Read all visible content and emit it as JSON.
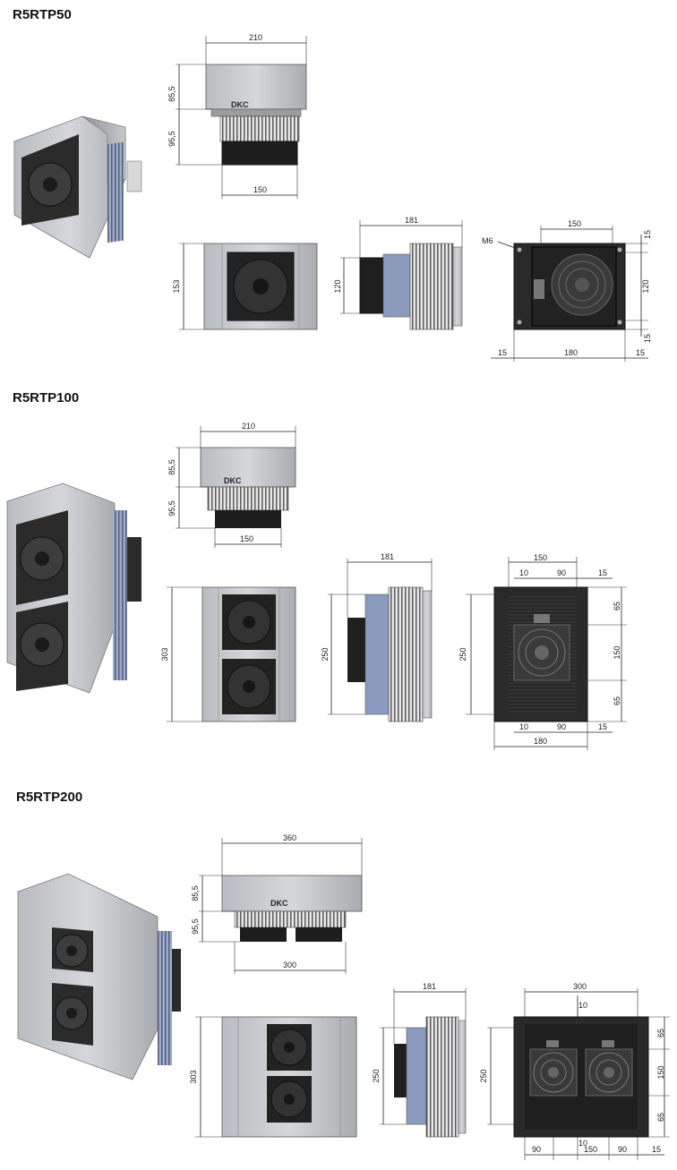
{
  "models": [
    {
      "name": "R5RTP50",
      "brand": "DKC",
      "top_view": {
        "width": "210",
        "upper_height": "85,5",
        "lower_height": "95,5",
        "base_width": "150"
      },
      "front_view": {
        "height": "153"
      },
      "side_view": {
        "depth": "181",
        "height": "120"
      },
      "cutout_view": {
        "hole_label": "M6",
        "top": "150",
        "right_top": "15",
        "right_mid": "120",
        "right_bottom": "15",
        "bottom_left": "15",
        "bottom_mid": "180",
        "bottom_right": "15"
      }
    },
    {
      "name": "R5RTP100",
      "brand": "DKC",
      "top_view": {
        "width": "210",
        "upper_height": "85,5",
        "lower_height": "95,5",
        "base_width": "150"
      },
      "front_view": {
        "height": "303"
      },
      "side_view": {
        "depth": "181",
        "height": "250"
      },
      "cutout_view": {
        "top": "150",
        "top_left": "10",
        "top_mid": "90",
        "top_right": "15",
        "left": "250",
        "right_top": "65",
        "right_mid": "150",
        "right_bottom": "65",
        "bottom_left": "10",
        "bottom_mid": "90",
        "bottom_right": "15",
        "bottom": "180"
      }
    },
    {
      "name": "R5RTP200",
      "brand": "DKC",
      "top_view": {
        "width": "360",
        "upper_height": "85,5",
        "lower_height": "95,5",
        "base_width": "300"
      },
      "front_view": {
        "height": "303"
      },
      "side_view": {
        "depth": "181",
        "height": "250"
      },
      "cutout_view": {
        "top": "300",
        "top_center": "10",
        "left": "250",
        "right_top": "65",
        "right_mid": "150",
        "right_bottom": "65",
        "bottom_a": "90",
        "bottom_b": "10",
        "bottom_c": "150",
        "bottom_d": "90",
        "bottom_e": "15"
      }
    }
  ]
}
